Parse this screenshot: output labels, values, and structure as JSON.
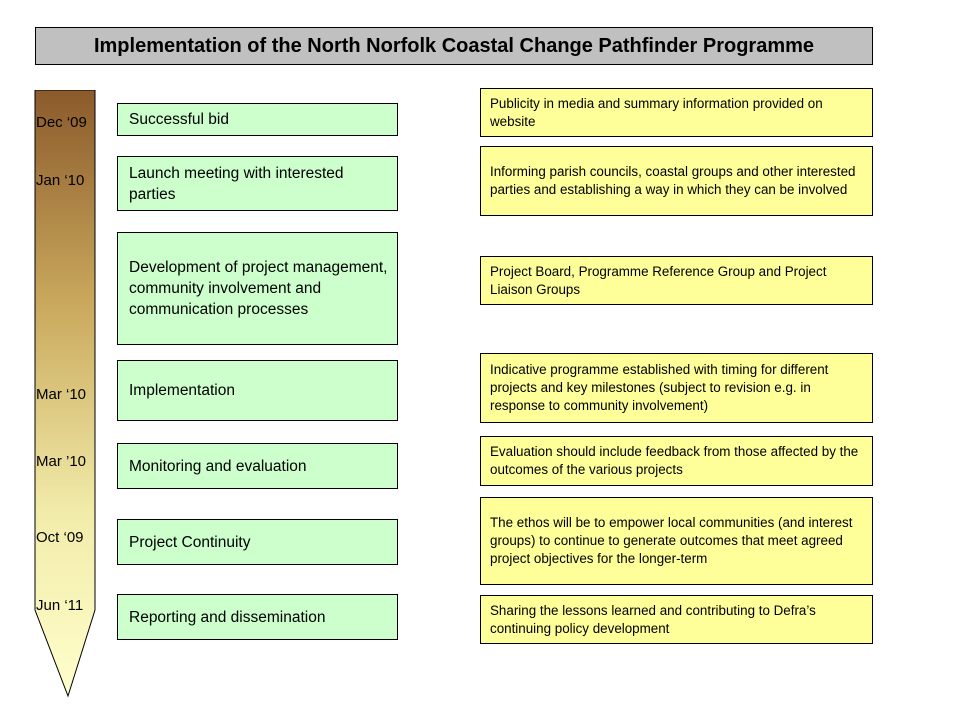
{
  "title": "Implementation of the North Norfolk Coastal Change Pathfinder Programme",
  "timeline": {
    "gradient_top": "#8b5a2b",
    "gradient_bottom": "#ffffcc",
    "dates": [
      "Dec ‘09",
      "Jan ‘10",
      "Mar ‘10",
      "Mar ’10",
      "Oct ‘09",
      "Jun ‘11"
    ]
  },
  "steps": [
    "Successful bid",
    "Launch meeting with interested parties",
    "Development of project management, community involvement and communication processes",
    "Implementation",
    "Monitoring and evaluation",
    "Project Continuity",
    "Reporting and dissemination"
  ],
  "notes": [
    "Publicity in media and summary information provided on website",
    "Informing parish councils, coastal groups and other interested parties and establishing a way in which they can be involved",
    "Project Board, Programme Reference Group and Project Liaison Groups",
    "Indicative programme established with timing for different projects and key milestones (subject to revision e.g. in response to community involvement)",
    "Evaluation should include feedback from those affected by the outcomes of the various projects",
    "The ethos will be to empower local communities (and interest groups) to continue to generate outcomes that meet agreed project objectives for the longer-term",
    "Sharing the lessons learned and contributing to Defra’s continuing policy development"
  ],
  "colors": {
    "title_bg": "#c0c0c0",
    "step_bg": "#ccffcc",
    "note_bg": "#ffff99"
  }
}
